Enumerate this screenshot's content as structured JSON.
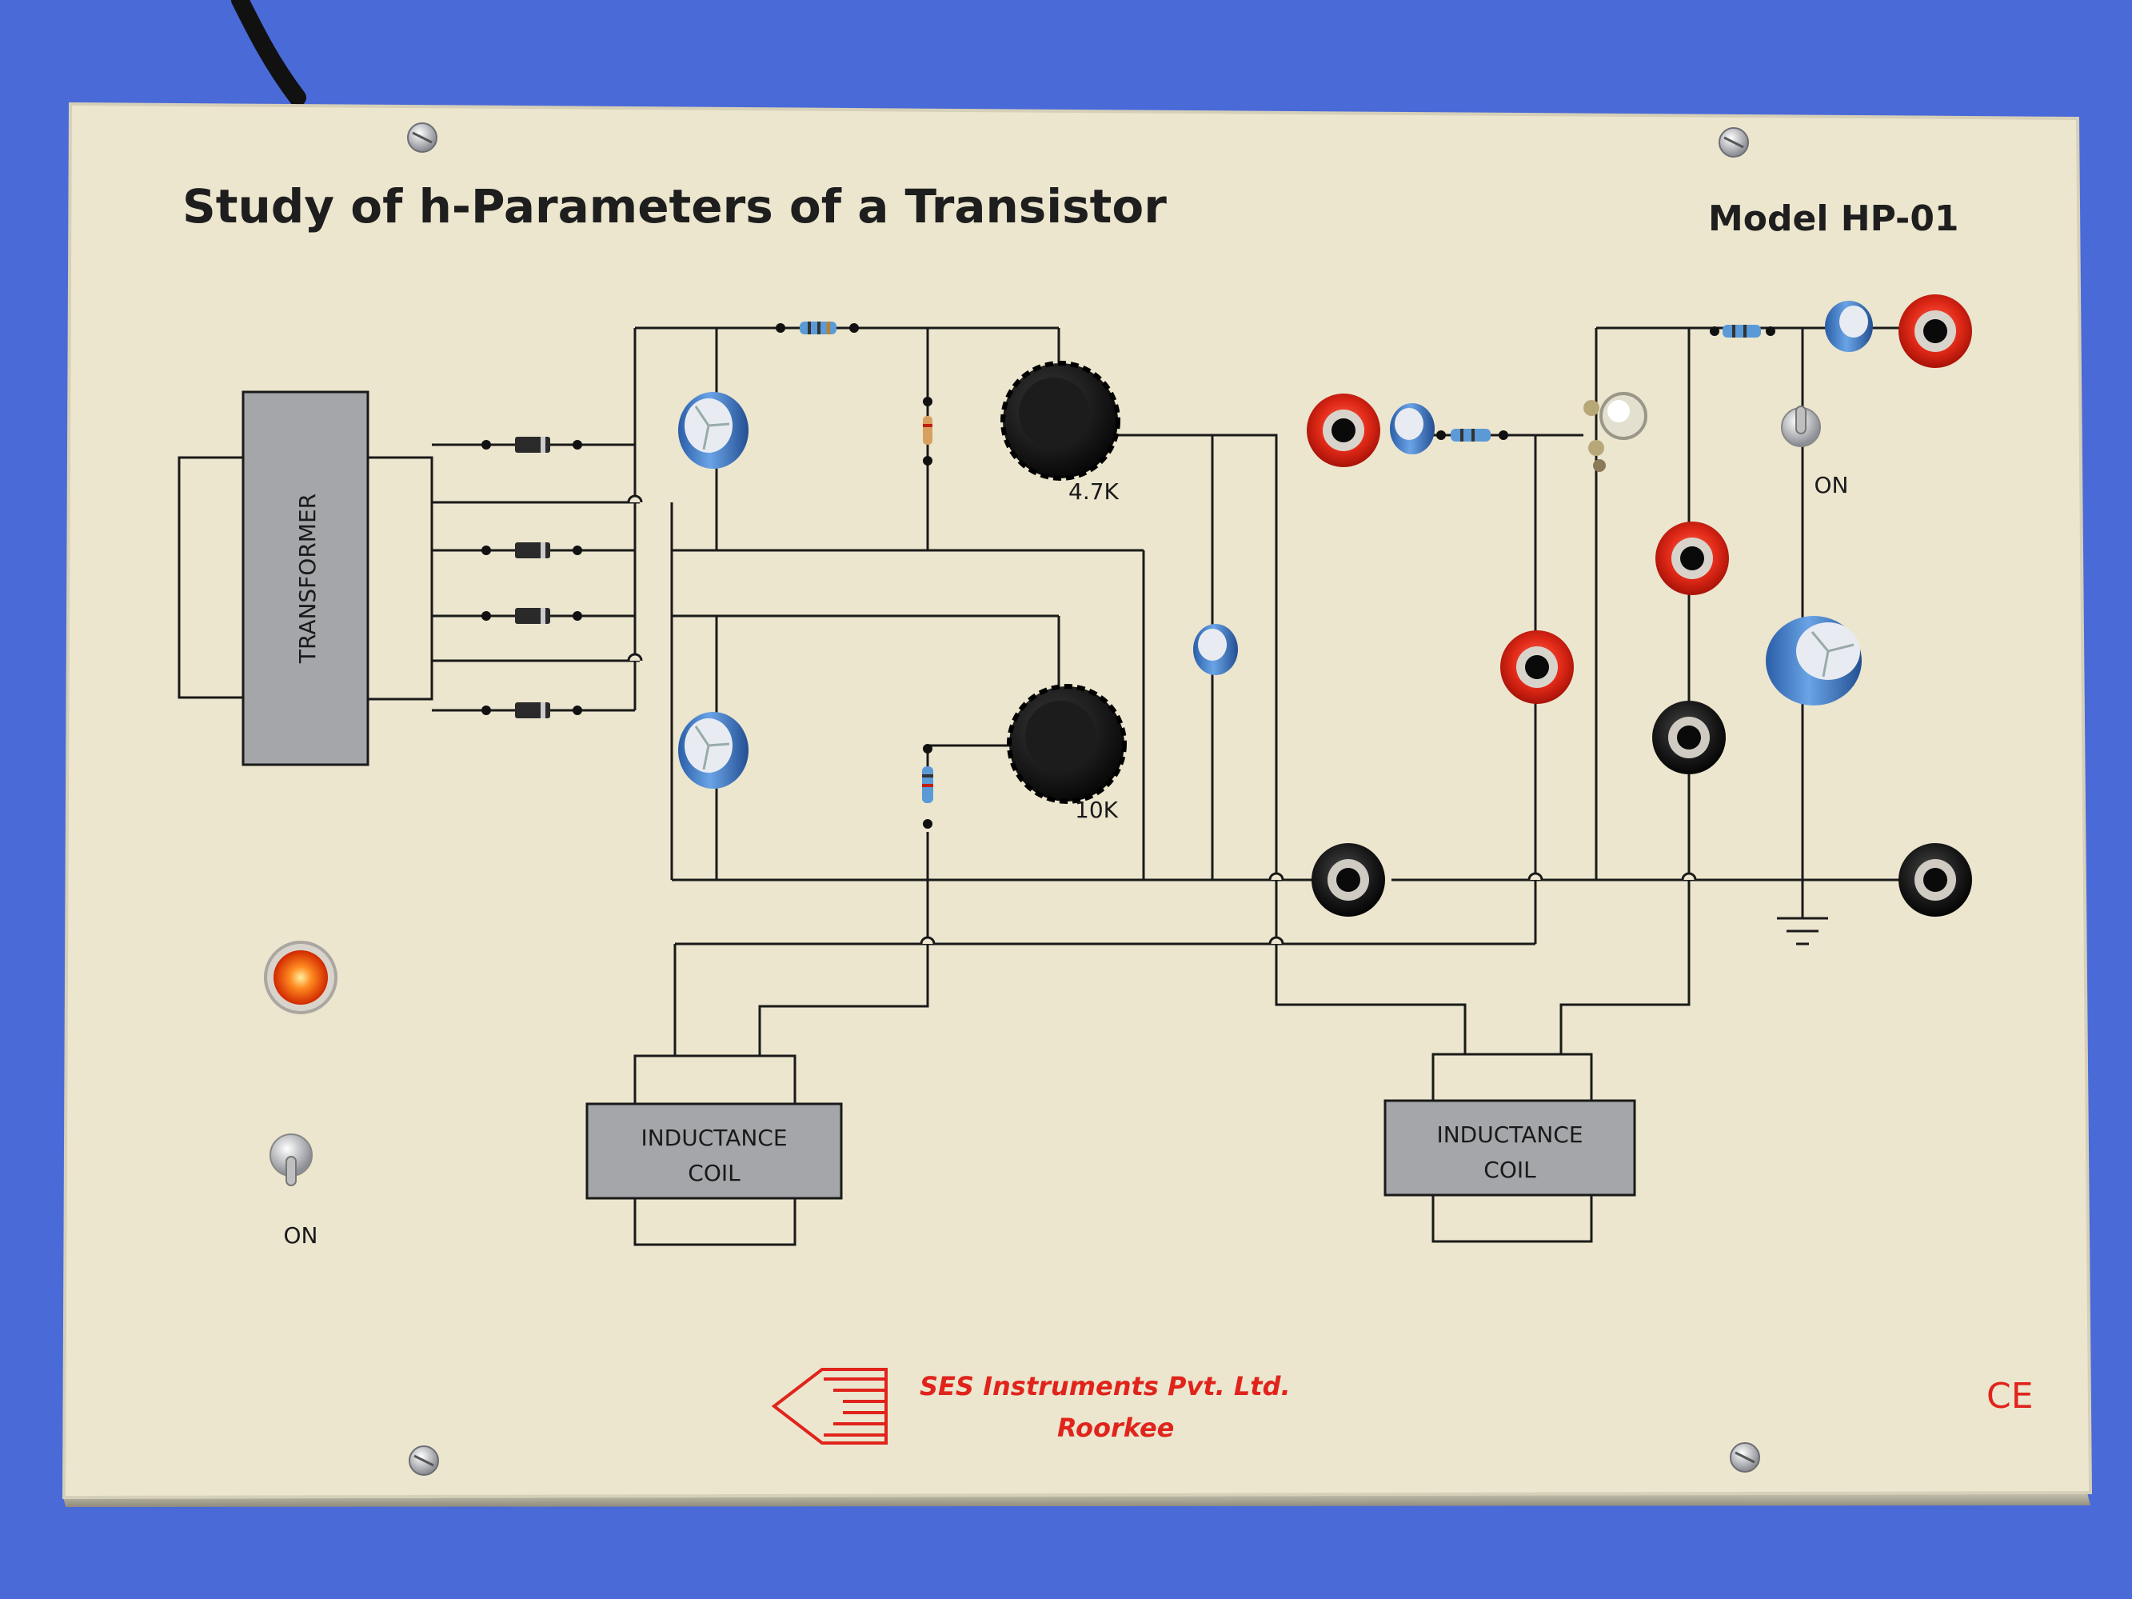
{
  "board": {
    "title": "Study of h-Parameters of a Transistor",
    "model": "Model HP-01",
    "transformer_label": "TRANSFORMER",
    "pot_top_label": "4.7K",
    "pot_bottom_label": "10K",
    "switch_left_label": "ON",
    "switch_right_label": "ON",
    "coil_left_line1": "INDUCTANCE",
    "coil_left_line2": "COIL",
    "coil_right_line1": "INDUCTANCE",
    "coil_right_line2": "COIL",
    "maker_line1": "SES Instruments Pvt. Ltd.",
    "maker_line2": "Roorkee",
    "ce_mark": "CE"
  },
  "colors": {
    "background": "#4a6ad8",
    "panel": "#ece6cf",
    "wire": "#1a1a1a",
    "block_fill": "#a4a6aa",
    "socket_red": "#e02a1a",
    "socket_black": "#151515",
    "logo_red": "#e0241c",
    "led": "#ff5a10"
  }
}
